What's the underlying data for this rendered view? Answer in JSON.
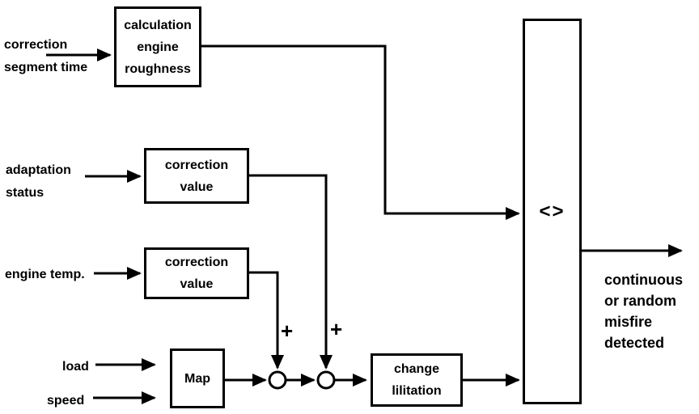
{
  "diagram": {
    "title_hint": "misfire detection block diagram",
    "inputs": {
      "correction_segment_time": {
        "line1": "correction",
        "line2": "segment time"
      },
      "adaptation_status": {
        "line1": "adaptation",
        "line2": "status"
      },
      "engine_temp": {
        "label": "engine temp."
      },
      "load": {
        "label": "load"
      },
      "speed": {
        "label": "speed"
      }
    },
    "blocks": {
      "calculation_engine_roughness": {
        "line1": "calculation",
        "line2": "engine",
        "line3": "roughness"
      },
      "correction_value_top": {
        "line1": "correction",
        "line2": "value"
      },
      "correction_value_bottom": {
        "line1": "correction",
        "line2": "value"
      },
      "map": {
        "label": "Map"
      },
      "change_limitation": {
        "line1": "change",
        "line2": "lilitation"
      },
      "comparator": {
        "symbol": "<>"
      }
    },
    "operators": {
      "sum_junction_left": "+",
      "sum_junction_right": "+"
    },
    "output": {
      "line1": "continuous",
      "line2": "or random",
      "line3": "misfire",
      "line4": "detected"
    },
    "colors": {
      "stroke": "#000000",
      "background": "#ffffff",
      "text": "#000000"
    }
  }
}
